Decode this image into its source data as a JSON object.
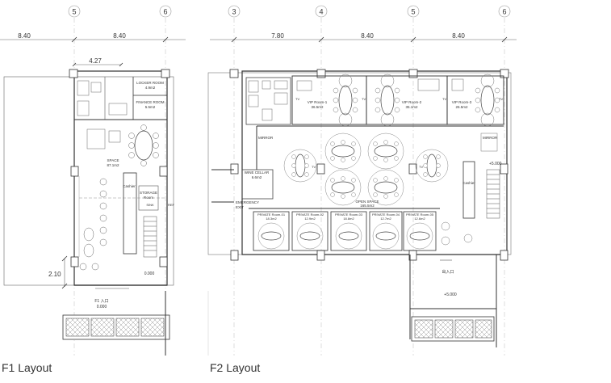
{
  "f1": {
    "caption": "F1 Layout",
    "grid_labels": [
      "5",
      "6"
    ],
    "dims_top": [
      "8.40",
      "8.40"
    ],
    "dim_inner": "4.27",
    "dim_side": "2.10",
    "rooms": {
      "locker": [
        "LOCKER ROOM",
        "4.9m2"
      ],
      "finance": [
        "FINANCE ROOM",
        "5.5m2"
      ],
      "space": [
        "SPACE",
        "87.1m2"
      ],
      "storage": [
        "STORAGE",
        "Room"
      ],
      "sink": "SINK",
      "ref": "REF",
      "cashier": "Cashier"
    },
    "level_inside": "0.000",
    "level_entry": [
      "F1 入口",
      "0.000"
    ]
  },
  "f2": {
    "caption": "F2 Layout",
    "grid_labels": [
      "3",
      "4",
      "5",
      "6"
    ],
    "dims_top": [
      "7.80",
      "8.40",
      "8.40"
    ],
    "rooms": {
      "vip1": [
        "VIP Room-1",
        "36.5m2"
      ],
      "vip2": [
        "VIP Room-2",
        "35.1m2"
      ],
      "vip3": [
        "VIP Room-3",
        "26.5m2"
      ],
      "mirror_left": "MIRROR",
      "mirror_right": "MIRROR",
      "wine": [
        "WINE CELLAR",
        "6.6m2"
      ],
      "emergency": [
        "EMERGENCY",
        "EXIT"
      ],
      "open_space": [
        "OPEN SPACE",
        "165.5m2"
      ],
      "cashier": "Cashier",
      "private": [
        [
          "PRIVATE Room-01",
          "18.3m2"
        ],
        [
          "PRIVATE Room-02",
          "12.9m2"
        ],
        [
          "PRIVATE Room-03",
          "18.8m2"
        ],
        [
          "PRIVATE Room-04",
          "12.7m2"
        ],
        [
          "PRIVATE Room-05",
          "12.6m2"
        ]
      ],
      "entry": "出入口"
    },
    "levels": [
      "+5.000",
      "+5.000"
    ],
    "tv_label": "TV"
  }
}
